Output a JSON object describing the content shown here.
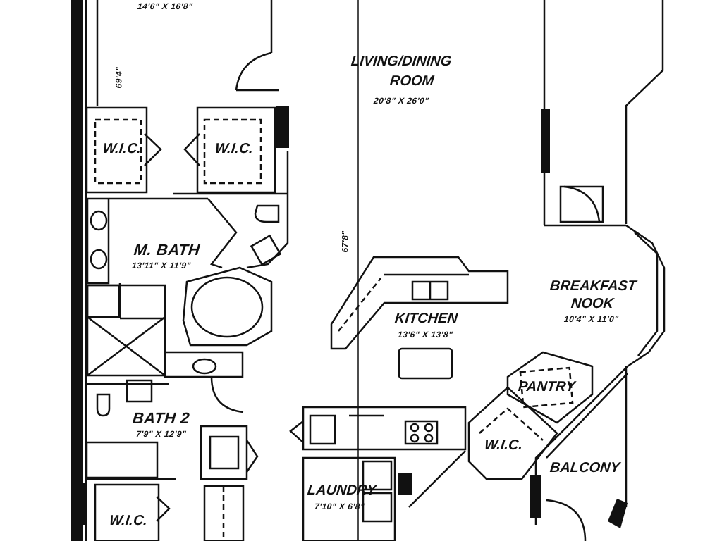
{
  "rooms": {
    "top_room_dims": "14'6\" X 16'8\"",
    "living": {
      "name_line1": "LIVING/DINING",
      "name_line2": "ROOM",
      "dims": "20'8\" X 26'0\""
    },
    "wic_left": "W.I.C.",
    "wic_right": "W.I.C.",
    "master_bath": {
      "name": "M. BATH",
      "dims": "13'11\" X 11'9\""
    },
    "kitchen": {
      "name": "KITCHEN",
      "dims": "13'6\" X 13'8\""
    },
    "breakfast": {
      "name_line1": "BREAKFAST",
      "name_line2": "NOOK",
      "dims": "10'4\" X 11'0\""
    },
    "pantry": "PANTRY",
    "bath2": {
      "name": "BATH 2",
      "dims": "7'9\" X 12'9\""
    },
    "wic_center": "W.I.C.",
    "balcony": "BALCONY",
    "laundry": {
      "name": "LAUNDRY",
      "dims": "7'10\" X 6'8\""
    },
    "wic_bottom": "W.I.C."
  },
  "dimensions": {
    "vertical_left": "69'4\"",
    "vertical_center": "67'8\""
  }
}
